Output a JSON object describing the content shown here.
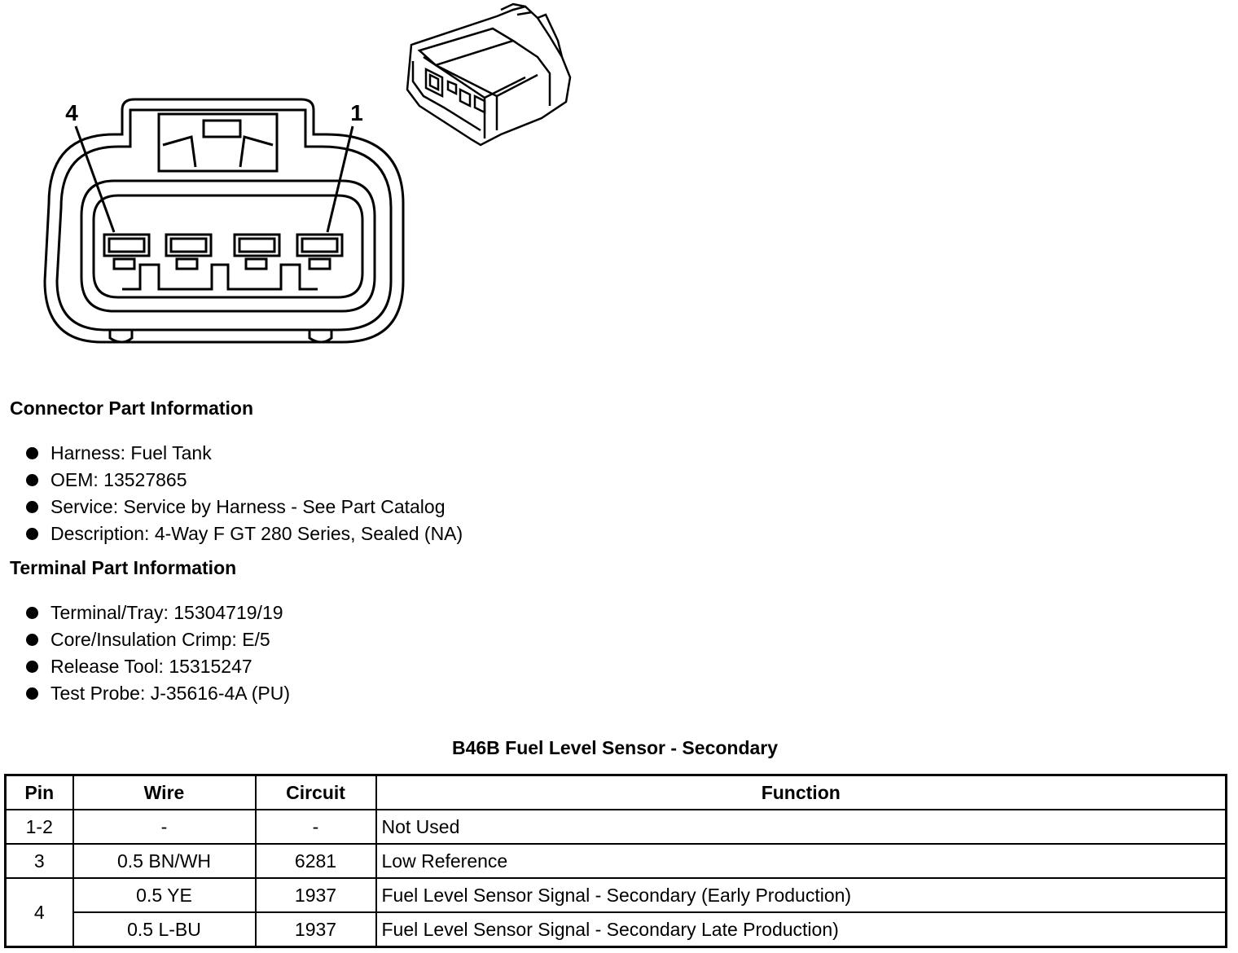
{
  "diagram": {
    "pin_label_left": "4",
    "pin_label_right": "1"
  },
  "connector_info": {
    "title": "Connector Part Information",
    "items": [
      "Harness: Fuel Tank",
      "OEM: 13527865",
      "Service: Service by Harness - See Part Catalog",
      "Description: 4-Way F GT 280 Series, Sealed (NA)"
    ]
  },
  "terminal_info": {
    "title": "Terminal Part Information",
    "items": [
      "Terminal/Tray: 15304719/19",
      "Core/Insulation Crimp: E/5",
      "Release Tool: 15315247",
      "Test Probe: J-35616-4A (PU)"
    ]
  },
  "table": {
    "title": "B46B Fuel Level Sensor - Secondary",
    "headers": {
      "pin": "Pin",
      "wire": "Wire",
      "circuit": "Circuit",
      "function": "Function"
    },
    "rows": [
      {
        "pin": "1-2",
        "wire": "-",
        "circuit": "-",
        "function": "Not Used"
      },
      {
        "pin": "3",
        "wire": "0.5 BN/WH",
        "circuit": "6281",
        "function": "Low Reference"
      },
      {
        "pin": "4",
        "wire": "0.5 YE",
        "circuit": "1937",
        "function": "Fuel Level Sensor Signal - Secondary (Early Production)"
      },
      {
        "pin": "",
        "wire": "0.5 L-BU",
        "circuit": "1937",
        "function": "Fuel Level Sensor Signal - Secondary Late Production)"
      }
    ]
  }
}
